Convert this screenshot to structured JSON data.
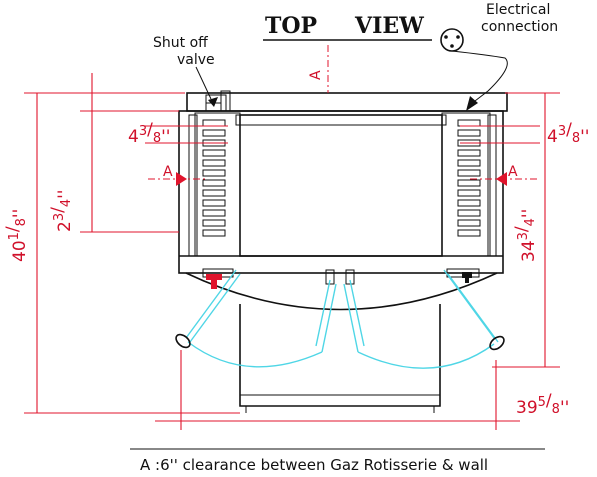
{
  "title": "TOP VIEW",
  "title_word1": "TOP",
  "title_word2": "VIEW",
  "labels": {
    "shut_off_line1": "Shut off",
    "shut_off_line2": "valve",
    "electrical_line1": "Electrical",
    "electrical_line2": "connection"
  },
  "dimensions": {
    "overall_depth": {
      "whole": "40",
      "num": "1",
      "den": "8",
      "unit": "''"
    },
    "offset_left": {
      "whole": "2",
      "num": "3",
      "den": "4",
      "unit": "''"
    },
    "rail_left": {
      "whole": "4",
      "num": "3",
      "den": "8",
      "unit": "''"
    },
    "rail_right": {
      "whole": "4",
      "num": "3",
      "den": "8",
      "unit": "''"
    },
    "body_depth": {
      "whole": "34",
      "num": "3",
      "den": "4",
      "unit": "''"
    },
    "overall_width": {
      "whole": "39",
      "num": "5",
      "den": "8",
      "unit": "''"
    }
  },
  "section_marks": {
    "top": "A",
    "left": "A",
    "right": "A"
  },
  "footnote": "A :6'' clearance between Gaz Rotisserie & wall",
  "colors": {
    "outline": "#111111",
    "dimension": "#e0142c",
    "door_swing": "#4fd6e6"
  }
}
